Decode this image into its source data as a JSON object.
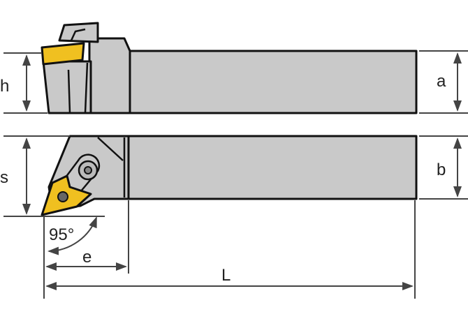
{
  "labels": {
    "h": "h",
    "a": "a",
    "s": "s",
    "b": "b",
    "angle": "95°",
    "e": "e",
    "L": "L"
  },
  "colors": {
    "body": "#c9c9c9",
    "insert": "#f0c020",
    "outline": "#111111"
  }
}
